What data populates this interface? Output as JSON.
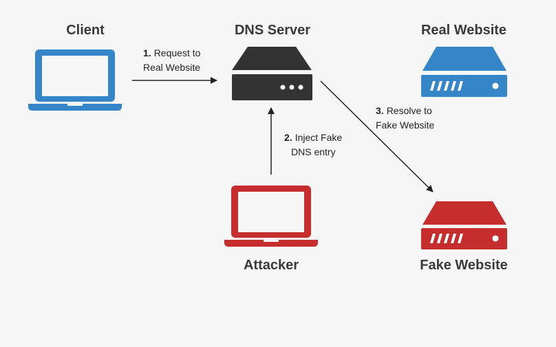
{
  "colors": {
    "background": "#f6f6f6",
    "client": "#3586c8",
    "server": "#333333",
    "real_website": "#3586c8",
    "attacker": "#c62e2e",
    "fake_website": "#c62e2e",
    "arrow": "#222222"
  },
  "nodes": {
    "client": {
      "label": "Client",
      "icon": "laptop-icon"
    },
    "dns_server": {
      "label": "DNS Server",
      "icon": "server-icon"
    },
    "real_website": {
      "label": "Real Website",
      "icon": "server-icon"
    },
    "attacker": {
      "label": "Attacker",
      "icon": "laptop-icon"
    },
    "fake_website": {
      "label": "Fake Website",
      "icon": "server-icon"
    }
  },
  "steps": [
    {
      "number": "1.",
      "line1": "Request to",
      "line2": "Real Website"
    },
    {
      "number": "2.",
      "line1": "Inject Fake",
      "line2": "DNS entry"
    },
    {
      "number": "3.",
      "line1": "Resolve to",
      "line2": "Fake Website"
    }
  ]
}
